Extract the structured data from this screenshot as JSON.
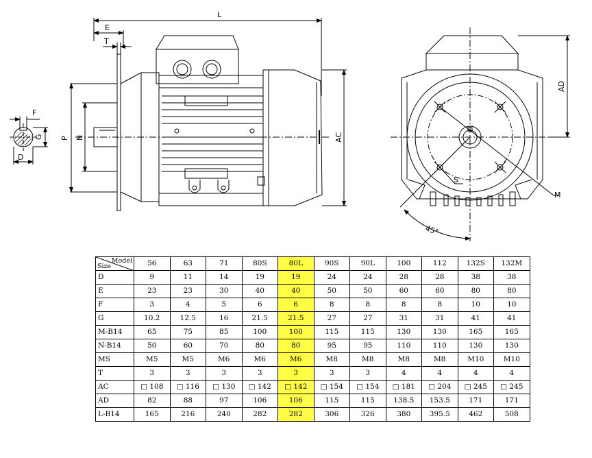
{
  "drawing": {
    "dim_labels": {
      "L": "L",
      "E": "E",
      "T": "T",
      "F": "F",
      "G": "G",
      "D": "D",
      "P": "P",
      "N": "N",
      "AC": "AC",
      "AD": "AD",
      "S": "S",
      "M": "M",
      "angle": "45°"
    }
  },
  "table": {
    "corner_model": "Model",
    "corner_size": "Size",
    "models": [
      "56",
      "63",
      "71",
      "80S",
      "80L",
      "90S",
      "90L",
      "100",
      "112",
      "132S",
      "132M"
    ],
    "highlight_model": "80L",
    "highlight_color": "#ffff44",
    "rows": [
      {
        "label": "D",
        "values": [
          "9",
          "11",
          "14",
          "19",
          "19",
          "24",
          "24",
          "28",
          "28",
          "38",
          "38"
        ]
      },
      {
        "label": "E",
        "values": [
          "23",
          "23",
          "30",
          "40",
          "40",
          "50",
          "50",
          "60",
          "60",
          "80",
          "80"
        ]
      },
      {
        "label": "F",
        "values": [
          "3",
          "4",
          "5",
          "6",
          "6",
          "8",
          "8",
          "8",
          "8",
          "10",
          "10"
        ]
      },
      {
        "label": "G",
        "values": [
          "10.2",
          "12.5",
          "16",
          "21.5",
          "21.5",
          "27",
          "27",
          "31",
          "31",
          "41",
          "41"
        ]
      },
      {
        "label": "M-B14",
        "values": [
          "65",
          "75",
          "85",
          "100",
          "100",
          "115",
          "115",
          "130",
          "130",
          "165",
          "165"
        ]
      },
      {
        "label": "N-B14",
        "values": [
          "50",
          "60",
          "70",
          "80",
          "80",
          "95",
          "95",
          "110",
          "110",
          "130",
          "130"
        ]
      },
      {
        "label": "MS",
        "values": [
          "M5",
          "M5",
          "M6",
          "M6",
          "M6",
          "M8",
          "M8",
          "M8",
          "M8",
          "M10",
          "M10"
        ]
      },
      {
        "label": "T",
        "values": [
          "3",
          "3",
          "3",
          "3",
          "3",
          "3",
          "3",
          "4",
          "4",
          "4",
          "4"
        ]
      },
      {
        "label": "AC",
        "values": [
          "□ 108",
          "□ 116",
          "□ 130",
          "□ 142",
          "□ 142",
          "□ 154",
          "□ 154",
          "□ 181",
          "□ 204",
          "□ 245",
          "□ 245"
        ]
      },
      {
        "label": "AD",
        "values": [
          "82",
          "88",
          "97",
          "106",
          "106",
          "115",
          "115",
          "138.5",
          "153.5",
          "171",
          "171"
        ]
      },
      {
        "label": "L-B14",
        "values": [
          "165",
          "216",
          "240",
          "282",
          "282",
          "306",
          "326",
          "380",
          "395.5",
          "462",
          "508"
        ]
      }
    ]
  }
}
